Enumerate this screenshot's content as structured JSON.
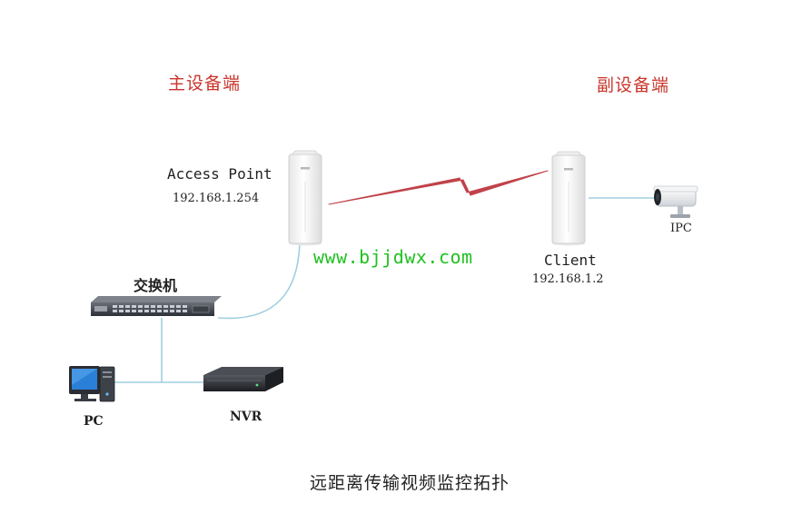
{
  "main_side": {
    "title": "主设备端",
    "ap": {
      "name": "Access Point",
      "ip": "192.168.1.254"
    },
    "switch_label": "交换机",
    "pc_label": "PC",
    "nvr_label": "NVR"
  },
  "remote_side": {
    "title": "副设备端",
    "client": {
      "name": "Client",
      "ip": "192.168.1.2"
    },
    "ipc_label": "IPC"
  },
  "watermark": "www.bjjdwx.com",
  "caption": "远距离传输视频监控拓扑",
  "colors": {
    "section_title": "#c9352b",
    "wireless_link": "#c0434a",
    "cable": "#9fcfe0",
    "watermark": "#1fc21f"
  }
}
